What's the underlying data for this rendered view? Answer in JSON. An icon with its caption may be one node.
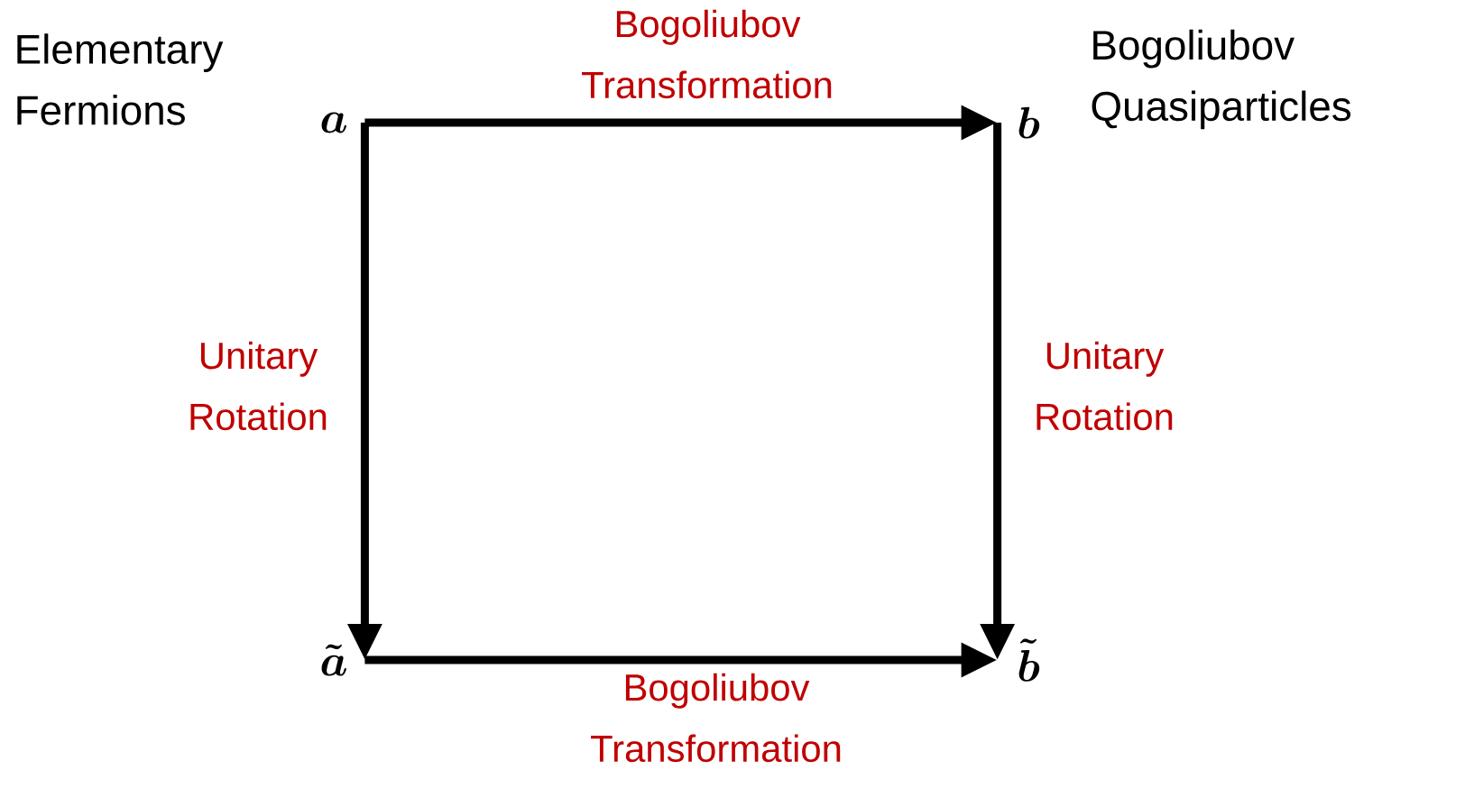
{
  "diagram": {
    "nodes": [
      {
        "text": [
          "a"
        ],
        "beside": [
          "Elementary Fermions"
        ]
      },
      {
        "text": [
          "b"
        ],
        "beside": [
          "Bogoliubov Quasiparticles"
        ]
      },
      {
        "text": [
          "\\tilde{a}"
        ]
      },
      {
        "text": [
          "\\tilde{b}"
        ]
      }
    ],
    "edges": [
      {
        "from": 0,
        "to": 1,
        "arrow": "to",
        "label": "Bogoliubov Transformation"
      },
      {
        "from": 0,
        "to": 2,
        "arrow": "to",
        "label": "Unitary Rotation"
      },
      {
        "from": 1,
        "to": 3,
        "arrow": "to",
        "label": "Unitary Rotation"
      },
      {
        "from": 2,
        "to": 3,
        "arrow": "to",
        "label": "Bogoliubov Transformation"
      }
    ]
  }
}
